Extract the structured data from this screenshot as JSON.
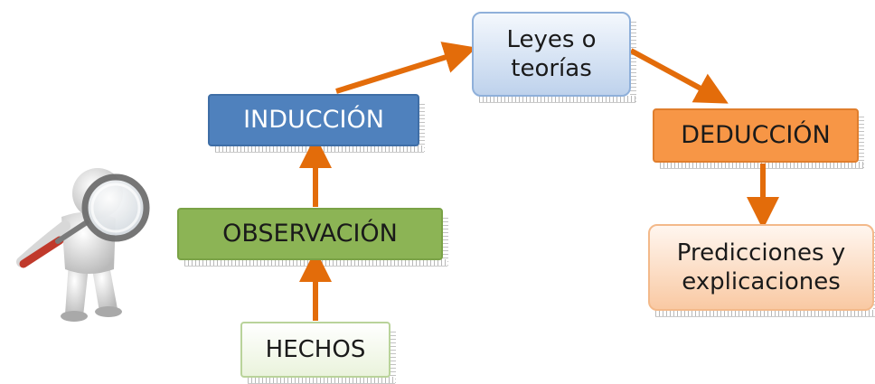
{
  "nodes": {
    "hechos": "HECHOS",
    "observacion": "OBSERVACIÓN",
    "induccion": "INDUCCIÓN",
    "leyes_line1": "Leyes o",
    "leyes_line2": "teorías",
    "deduccion": "DEDUCCIÓN",
    "predicciones_line1": "Predicciones y",
    "predicciones_line2": "explicaciones"
  },
  "illustration": {
    "icon": "person-with-magnifying-glass-icon"
  },
  "colors": {
    "arrow": "#e36c0a",
    "observacion": "#8cb455",
    "induccion": "#4f81bd",
    "deduccion": "#f79646",
    "leyes": "#bed2ec",
    "predicciones": "#f9c9a3",
    "hechos": "#eaf3dc"
  }
}
